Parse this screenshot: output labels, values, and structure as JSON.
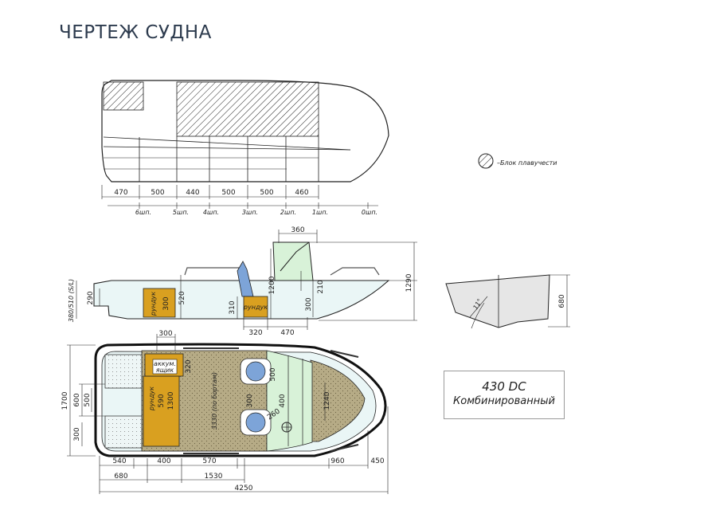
{
  "page": {
    "title": "ЧЕРТЕЖ СУДНА"
  },
  "legend": {
    "buoyancy_label": "–Блок плавучести"
  },
  "top_view": {
    "segments": [
      "470",
      "500",
      "440",
      "500",
      "500",
      "460"
    ],
    "frames": [
      "6шп.",
      "5шп.",
      "4шп.",
      "3шп.",
      "2шп.",
      "1шп.",
      "0шп."
    ]
  },
  "side_view": {
    "dims": {
      "w360": "360",
      "h1290": "1290",
      "h1200": "1200",
      "h520": "520",
      "h290": "290",
      "h310": "310",
      "h300a": "300",
      "h300b": "300",
      "h210": "210",
      "w320": "320",
      "w470": "470",
      "transom": "380/510 (S/L)"
    },
    "locker_label": "рундук"
  },
  "section_view": {
    "deadrise": "11°",
    "h680": "680"
  },
  "plan_view": {
    "dims": {
      "w300": "300",
      "h1700": "1700",
      "h600": "600",
      "h500": "500",
      "h300": "300",
      "h1300": "1300",
      "h590": "590",
      "h3330": "3330 (по бортам)",
      "h300c": "300",
      "h500c": "500",
      "h400": "400",
      "h260": "260",
      "h1240": "1240",
      "h320": "320",
      "w540": "540",
      "w400": "400",
      "w570": "570",
      "w960": "960",
      "w450": "450",
      "w680": "680",
      "w1530": "1530",
      "w4250": "4250"
    },
    "battery_label_1": "аккум.",
    "battery_label_2": "ящик",
    "locker_label_vertical": "рундук"
  },
  "model_label": {
    "model": "430 DC",
    "type": "Комбинированный"
  },
  "colors": {
    "locker": "#d9a020",
    "deck": "#b6ab86",
    "hull_fill": "#eaf6f6",
    "windshield": "#d8f2d8",
    "seats": "#7da4d8",
    "title": "#2d3b4e"
  }
}
